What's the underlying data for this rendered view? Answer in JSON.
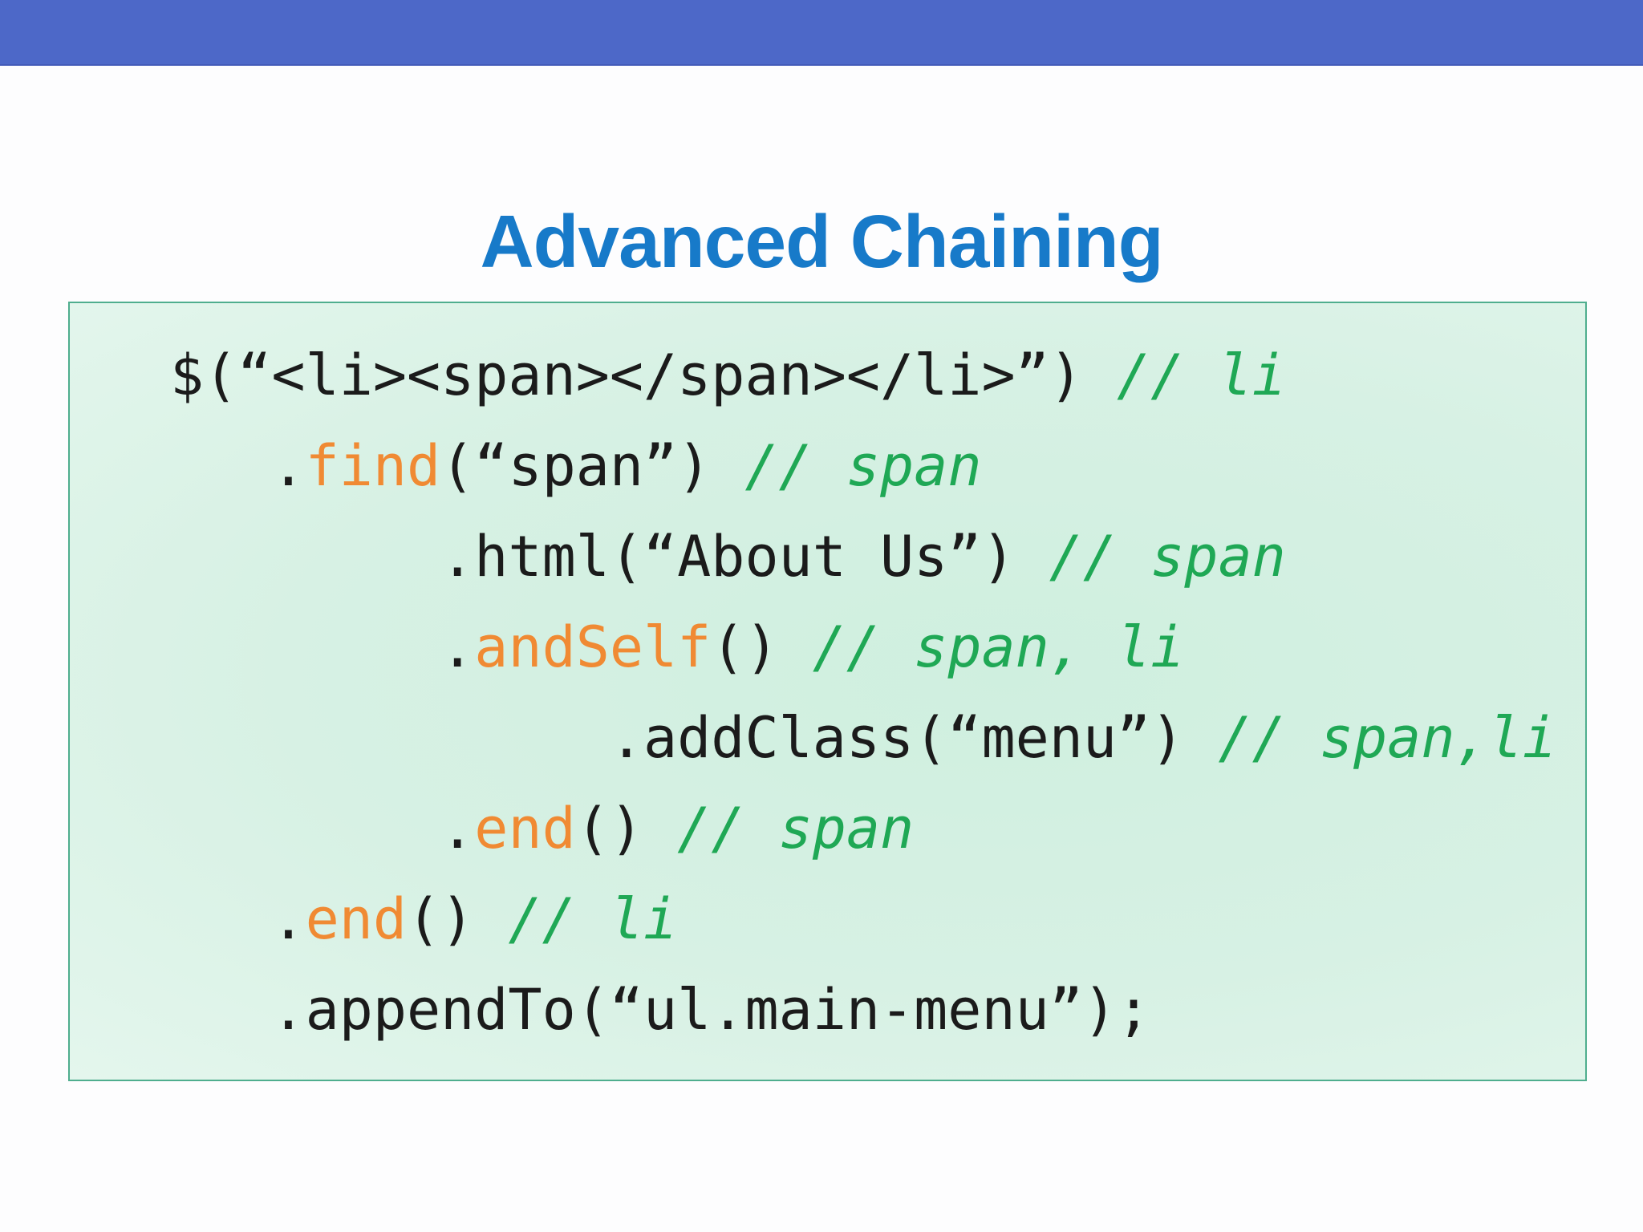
{
  "slide": {
    "title": "Advanced Chaining",
    "colors": {
      "top_bar": "#4D68C8",
      "title": "#177AC9",
      "code_text": "#1B1B1B",
      "method_orange": "#F08A33",
      "comment_green": "#1FA855",
      "box_border": "#4FAE8E",
      "box_bg_light": "#E4F6ED",
      "box_bg_mid": "#D7F1E4",
      "box_bg_dark": "#CFEFDF"
    },
    "code_lines": [
      {
        "segments": [
          {
            "t": "$(“<li><span></span></li>”) ",
            "c": "code"
          },
          {
            "t": "// li",
            "c": "comment"
          }
        ]
      },
      {
        "segments": [
          {
            "t": "   .",
            "c": "code"
          },
          {
            "t": "find",
            "c": "method"
          },
          {
            "t": "(“span”) ",
            "c": "code"
          },
          {
            "t": "// span",
            "c": "comment"
          }
        ]
      },
      {
        "segments": [
          {
            "t": "        .html(“About Us”) ",
            "c": "code"
          },
          {
            "t": "// span",
            "c": "comment"
          }
        ]
      },
      {
        "segments": [
          {
            "t": "        .",
            "c": "code"
          },
          {
            "t": "andSelf",
            "c": "method"
          },
          {
            "t": "() ",
            "c": "code"
          },
          {
            "t": "// span, li",
            "c": "comment"
          }
        ]
      },
      {
        "segments": [
          {
            "t": "             .addClass(“menu”) ",
            "c": "code"
          },
          {
            "t": "// span,li",
            "c": "comment"
          }
        ]
      },
      {
        "segments": [
          {
            "t": "        .",
            "c": "code"
          },
          {
            "t": "end",
            "c": "method"
          },
          {
            "t": "() ",
            "c": "code"
          },
          {
            "t": "// span",
            "c": "comment"
          }
        ]
      },
      {
        "segments": [
          {
            "t": "   .",
            "c": "code"
          },
          {
            "t": "end",
            "c": "method"
          },
          {
            "t": "() ",
            "c": "code"
          },
          {
            "t": "// li",
            "c": "comment"
          }
        ]
      },
      {
        "segments": [
          {
            "t": "   .appendTo(“ul.main-menu”);",
            "c": "code"
          }
        ]
      }
    ]
  }
}
